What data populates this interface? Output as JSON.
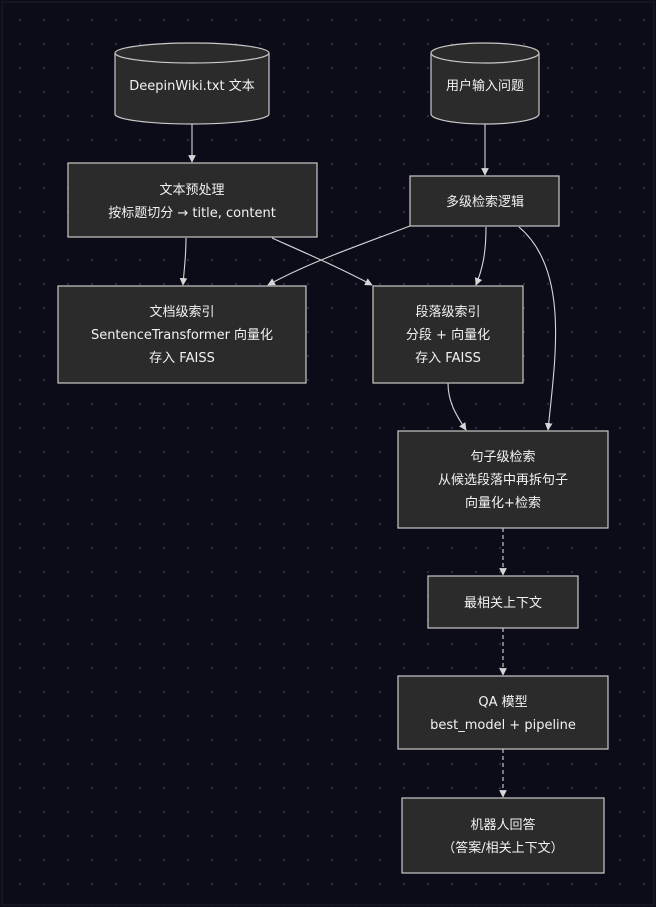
{
  "nodes": {
    "source": {
      "line1": "DeepinWiki.txt 文本"
    },
    "question": {
      "line1": "用户输入问题"
    },
    "preprocess": {
      "line1": "文本预处理",
      "line2": "按标题切分 → title, content"
    },
    "multilevel": {
      "line1": "多级检索逻辑"
    },
    "docindex": {
      "line1": "文档级索引",
      "line2": "SentenceTransformer 向量化",
      "line3": "存入 FAISS"
    },
    "paraindex": {
      "line1": "段落级索引",
      "line2": "分段 + 向量化",
      "line3": "存入 FAISS"
    },
    "sentence": {
      "line1": "句子级检索",
      "line2": "从候选段落中再拆句子",
      "line3": "向量化+检索"
    },
    "context": {
      "line1": "最相关上下文"
    },
    "qa": {
      "line1": "QA 模型",
      "line2": "best_model + pipeline"
    },
    "answer": {
      "line1": "机器人回答",
      "line2": "（答案/相关上下文）"
    }
  },
  "colors": {
    "background": "#0b0c17",
    "node_fill": "#2b2b2b",
    "node_stroke": "#c9c9c9",
    "edge": "#d6d6d6",
    "text": "#f2f2f2"
  }
}
